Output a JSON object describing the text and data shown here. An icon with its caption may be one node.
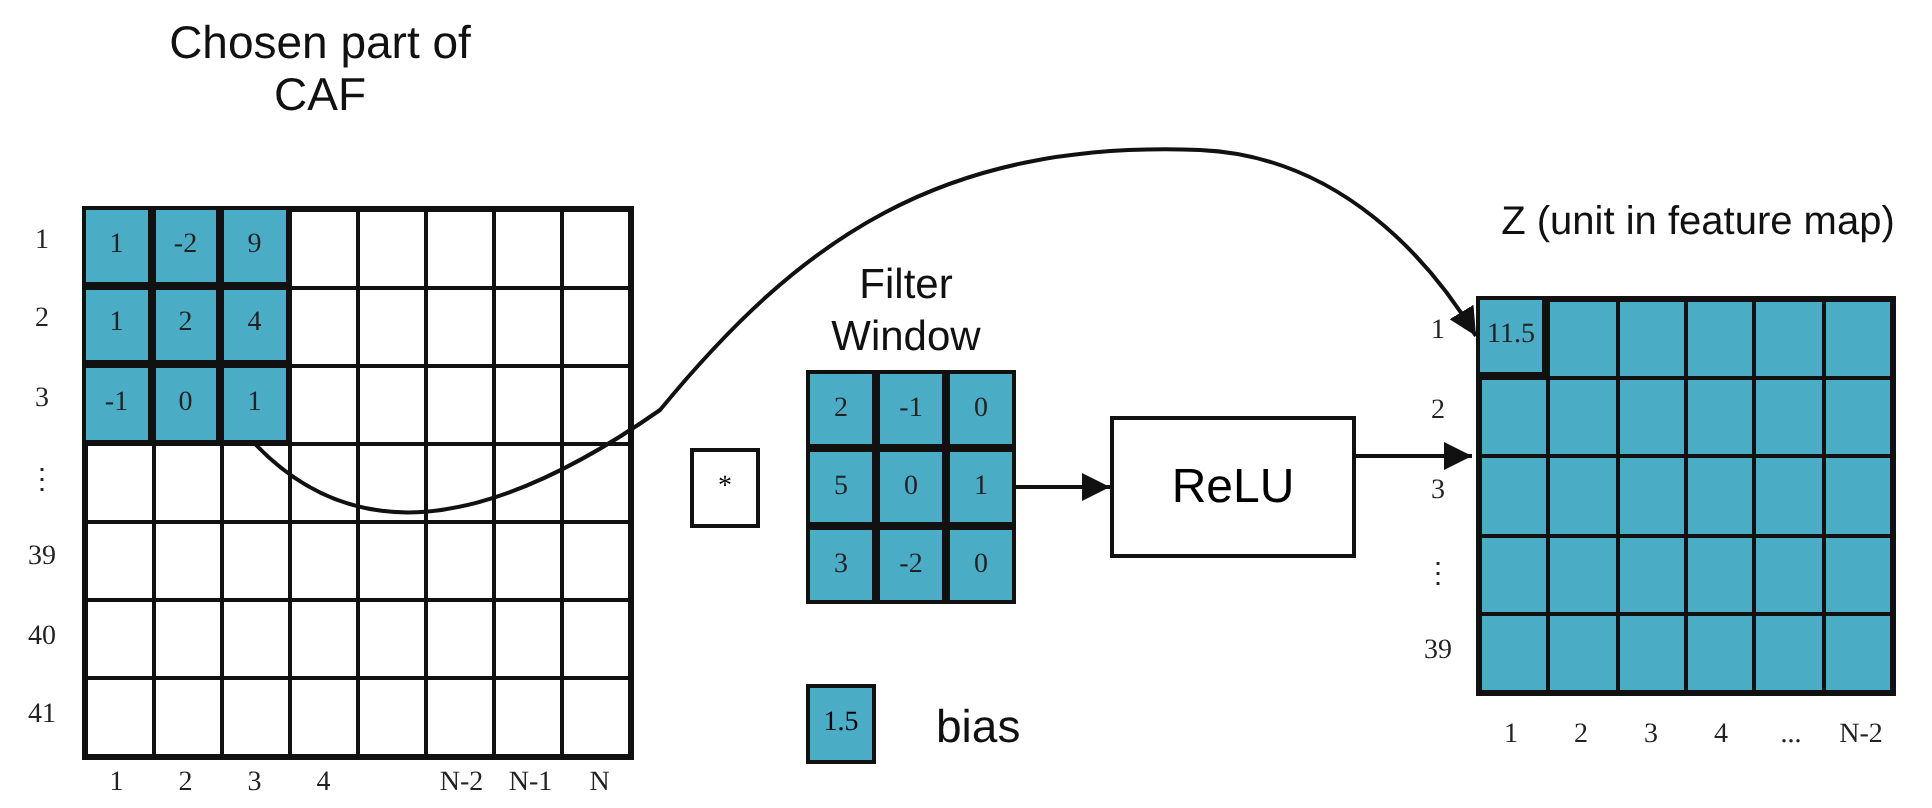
{
  "diagram": {
    "nodes": [
      {
        "text": [
          "Chosen part of CAF"
        ]
      },
      {
        "text": [
          "1"
        ],
        "in": 0
      },
      {
        "text": [
          "-2"
        ],
        "in": 0
      },
      {
        "text": [
          "9"
        ],
        "in": 0
      },
      {
        "text": [
          "1"
        ],
        "in": 0
      },
      {
        "text": [
          "2"
        ],
        "in": 0
      },
      {
        "text": [
          "4"
        ],
        "in": 0
      },
      {
        "text": [
          "-1"
        ],
        "in": 0
      },
      {
        "text": [
          "0"
        ],
        "in": 0
      },
      {
        "text": [
          "1"
        ],
        "in": 0
      },
      {
        "text": [
          "*"
        ]
      },
      {
        "text": [
          "Filter Window"
        ]
      },
      {
        "text": [
          "2"
        ],
        "in": 11
      },
      {
        "text": [
          "-1"
        ],
        "in": 11
      },
      {
        "text": [
          "0"
        ],
        "in": 11
      },
      {
        "text": [
          "5"
        ],
        "in": 11
      },
      {
        "text": [
          "0"
        ],
        "in": 11
      },
      {
        "text": [
          "1"
        ],
        "in": 11
      },
      {
        "text": [
          "3"
        ],
        "in": 11
      },
      {
        "text": [
          "-2"
        ],
        "in": 11
      },
      {
        "text": [
          "0"
        ],
        "in": 11
      },
      {
        "text": [
          "1.5"
        ],
        "beside": [
          "bias"
        ]
      },
      {
        "text": [
          "ReLU"
        ]
      },
      {
        "text": [
          "Z (unit in feature map)"
        ]
      },
      {
        "text": [
          "11.5"
        ],
        "in": 23
      }
    ],
    "edges": [
      {
        "from": 9,
        "to": 24,
        "arrow": "to"
      },
      {
        "from": 11,
        "to": 22,
        "arrow": "to"
      },
      {
        "from": 22,
        "to": 23,
        "arrow": "to"
      }
    ],
    "labels": [
      "1",
      "2",
      "3",
      "⋮",
      "39",
      "40",
      "41",
      "1",
      "2",
      "3",
      "4",
      "N-2",
      "N-1",
      "N",
      "1",
      "2",
      "3",
      "⋮",
      "39",
      "1",
      "2",
      "3",
      "4",
      "...",
      "N-2"
    ]
  }
}
